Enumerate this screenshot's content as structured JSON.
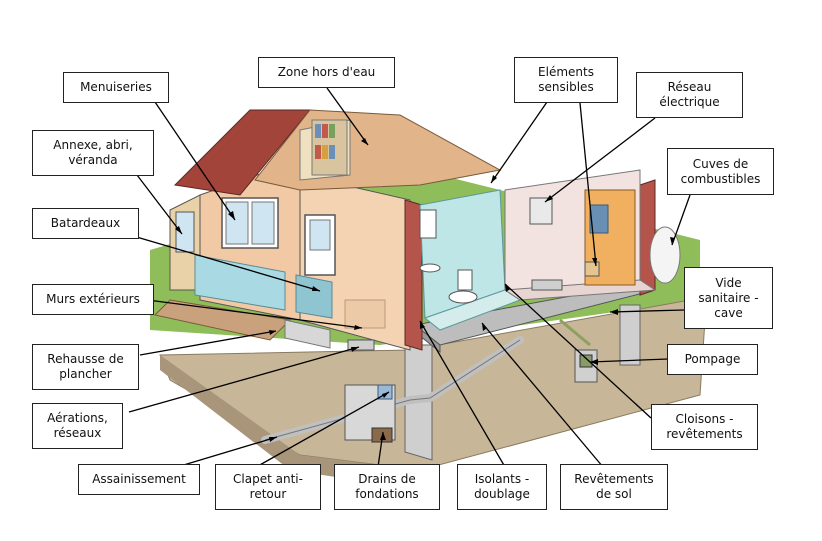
{
  "diagram": {
    "labels": {
      "menuiseries": "Menuiseries",
      "zone_hors_eau": "Zone hors d'eau",
      "elements_sensibles": "Eléments\nsensibles",
      "reseau_electrique": "Réseau\nélectrique",
      "cuves_combustibles": "Cuves de\ncombustibles",
      "annexe": "Annexe, abri,\nvéranda",
      "batardeaux": "Batardeaux",
      "murs_exterieurs": "Murs extérieurs",
      "rehausse_plancher": "Rehausse de\nplancher",
      "aerations_reseaux": "Aérations,\nréseaux",
      "assainissement": "Assainissement",
      "clapet_anti_retour": "Clapet anti-\nretour",
      "drains_fondations": "Drains de\nfondations",
      "isolants_doublage": "Isolants -\ndoublage",
      "revetements_sol": "Revêtements\nde sol",
      "cloisons_revetements": "Cloisons -\nrevêtements",
      "pompage": "Pompage",
      "vide_sanitaire": "Vide\nsanitaire -\ncave"
    }
  }
}
